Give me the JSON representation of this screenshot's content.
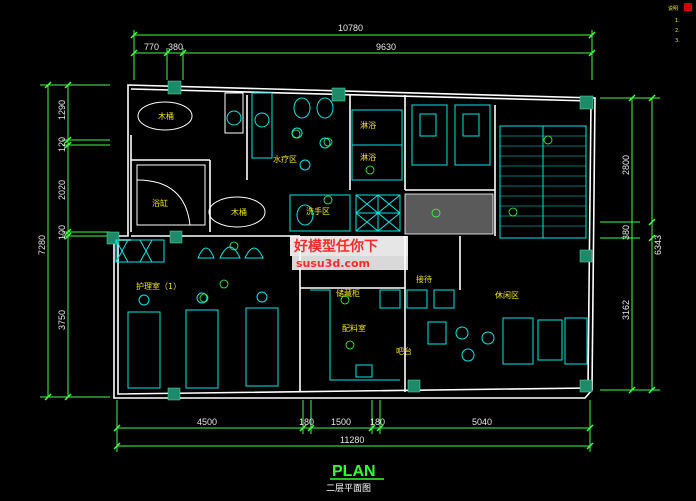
{
  "title": "PLAN",
  "subtitle": "二层平面图",
  "watermark": {
    "line1": "好模型任你下",
    "line2": "susu3d.com"
  },
  "dimensions": {
    "top_total": "10780",
    "top_segments": [
      "770",
      "380",
      "9630"
    ],
    "bottom_total": "11280",
    "bottom_segments": [
      "4500",
      "180",
      "1500",
      "180",
      "5040"
    ],
    "left_total": "7280",
    "left_segments": [
      "1290",
      "120",
      "2020",
      "100",
      "3750"
    ],
    "right_total": "6343",
    "right_segments": [
      "2800",
      "380",
      "3162"
    ]
  },
  "rooms": {
    "bathtub_1": "木桶",
    "bathtub_2": "木桶",
    "shower_tub": "浴缸",
    "water_therapy": "水疗区",
    "bath_1": "淋浴",
    "bath_2": "淋浴",
    "wash_area": "洗手区",
    "care_room": "护理室（1）",
    "storage": "储藏柜",
    "prep_room": "配料室",
    "bar": "吧台",
    "reception": "接待",
    "lounge": "休闲区"
  },
  "notes": [
    "说明",
    "1.",
    "2.",
    "3."
  ],
  "colors": {
    "wall": "#ffffff",
    "fixture": "#00e8e8",
    "room_text": "#f2e600",
    "dimension": "#40ff40",
    "column": "#1d8a6a",
    "title": "#30ff30",
    "watermark": "#ff2a2a"
  }
}
